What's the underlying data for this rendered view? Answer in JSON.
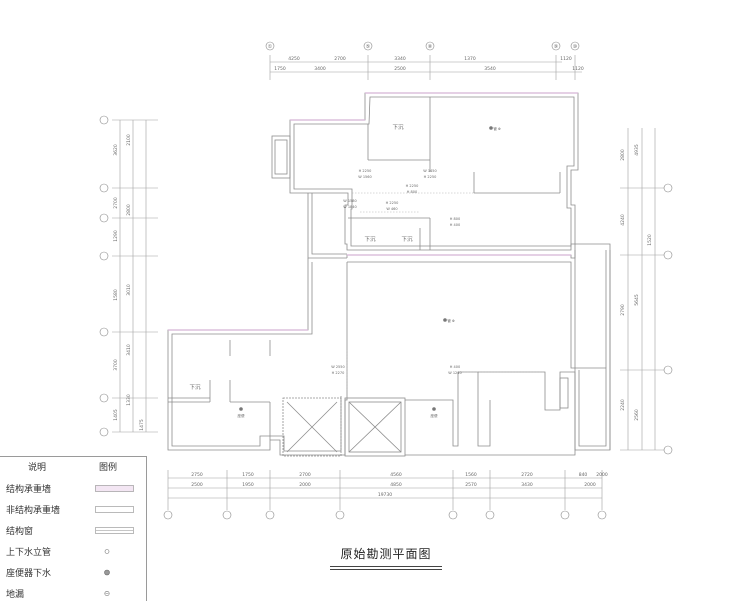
{
  "drawing": {
    "title": "原始勘测平面图",
    "colors": {
      "line": "#8d8d8d",
      "wall": "#c9a0c9",
      "text": "#555555"
    },
    "top_axes": [
      "①",
      "⑤",
      "⑧",
      "⑨",
      "⑩"
    ],
    "top_dims_row1": [
      "4250",
      "2700",
      "3340",
      "1370",
      "1120"
    ],
    "top_dims_row2": [
      "1750",
      "3400",
      "2500",
      "3540",
      "1120"
    ],
    "right_dims": [
      "2800",
      "4240",
      "2790",
      "2240",
      "4935",
      "5645",
      "1520",
      "2560"
    ],
    "left_dims": [
      "3620",
      "2700",
      "1290",
      "1580",
      "3700",
      "1405",
      "2100",
      "2800",
      "3010",
      "3410",
      "1330",
      "1475"
    ],
    "bottom_dims_row1": [
      "2750",
      "1750",
      "2700",
      "4560",
      "1560",
      "2720",
      "840",
      "2000"
    ],
    "bottom_dims_row2": [
      "2500",
      "1950",
      "2000",
      "4850",
      "2570",
      "3430",
      "2000"
    ],
    "bottom_total": "19730",
    "xia_ban": "下沉",
    "pipe_note": "管 Φ",
    "openings": [
      "H 2250",
      "W 1560",
      "W 1450",
      "H 2250",
      "H 2250",
      "H 800",
      "W 1580",
      "W 1840",
      "H 2250",
      "W 460",
      "H 800",
      "H 400",
      "W 2550",
      "H 2270",
      "H 400",
      "W 1240"
    ],
    "toilet_mark": "座便"
  },
  "legend": {
    "header_desc": "说明",
    "header_example": "图例",
    "items": [
      {
        "label": "结构承重墙"
      },
      {
        "label": "非结构承重墙"
      },
      {
        "label": "结构窗"
      },
      {
        "label": "上下水立管"
      },
      {
        "label": "座便器下水"
      },
      {
        "label": "地漏"
      }
    ]
  }
}
